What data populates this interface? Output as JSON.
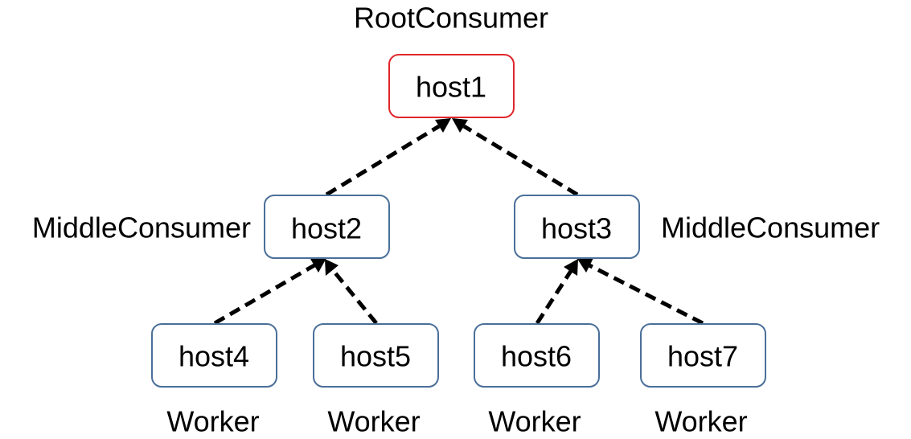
{
  "colors": {
    "root_border": "#e0262b",
    "node_border": "#4a6f99",
    "edge": "#000000"
  },
  "nodes": [
    {
      "id": "host1",
      "label": "host1",
      "role": "RootConsumer",
      "highlight": true
    },
    {
      "id": "host2",
      "label": "host2",
      "role": "MiddleConsumer",
      "highlight": false
    },
    {
      "id": "host3",
      "label": "host3",
      "role": "MiddleConsumer",
      "highlight": false
    },
    {
      "id": "host4",
      "label": "host4",
      "role": "Worker",
      "highlight": false
    },
    {
      "id": "host5",
      "label": "host5",
      "role": "Worker",
      "highlight": false
    },
    {
      "id": "host6",
      "label": "host6",
      "role": "Worker",
      "highlight": false
    },
    {
      "id": "host7",
      "label": "host7",
      "role": "Worker",
      "highlight": false
    }
  ],
  "edges": [
    {
      "from": "host2",
      "to": "host1",
      "style": "dashed"
    },
    {
      "from": "host3",
      "to": "host1",
      "style": "dashed"
    },
    {
      "from": "host4",
      "to": "host2",
      "style": "dashed"
    },
    {
      "from": "host5",
      "to": "host2",
      "style": "dashed"
    },
    {
      "from": "host6",
      "to": "host3",
      "style": "dashed"
    },
    {
      "from": "host7",
      "to": "host3",
      "style": "dashed"
    }
  ]
}
